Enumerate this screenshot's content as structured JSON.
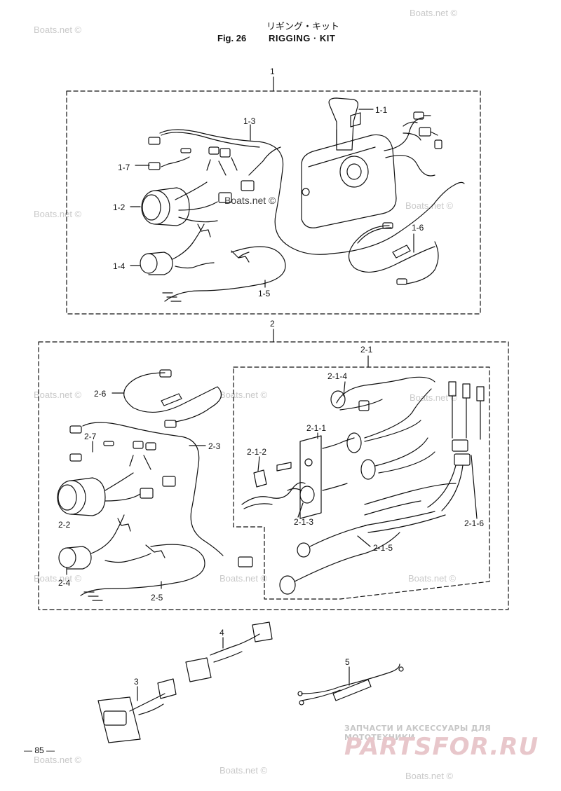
{
  "header": {
    "title_jp": "リギング・キット",
    "fig_label": "Fig. 26",
    "title_en": "RIGGING · KIT"
  },
  "callouts": {
    "c1": "1",
    "c1_1": "1-1",
    "c1_2": "1-2",
    "c1_3": "1-3",
    "c1_4": "1-4",
    "c1_5": "1-5",
    "c1_6": "1-6",
    "c1_7": "1-7",
    "c2": "2",
    "c2_1": "2-1",
    "c2_1_1": "2-1-1",
    "c2_1_2": "2-1-2",
    "c2_1_3": "2-1-3",
    "c2_1_4": "2-1-4",
    "c2_1_5": "2-1-5",
    "c2_1_6": "2-1-6",
    "c2_2": "2-2",
    "c2_3": "2-3",
    "c2_4": "2-4",
    "c2_5": "2-5",
    "c2_6": "2-6",
    "c2_7": "2-7",
    "c3": "3",
    "c4": "4",
    "c5": "5"
  },
  "watermark": {
    "text": "Boats.net ©",
    "overlay_text": "Boats.net ©"
  },
  "footer": {
    "page_number": "— 85 —",
    "brand_tagline": "ЗАПЧАСТИ И АКСЕССУАРЫ ДЛЯ МОТОТЕХНИКИ",
    "brand_logo": "PARTSFOR.RU"
  },
  "colors": {
    "line": "#111111",
    "watermark": "#c9c9c9",
    "brand": "#e8c7cb"
  }
}
